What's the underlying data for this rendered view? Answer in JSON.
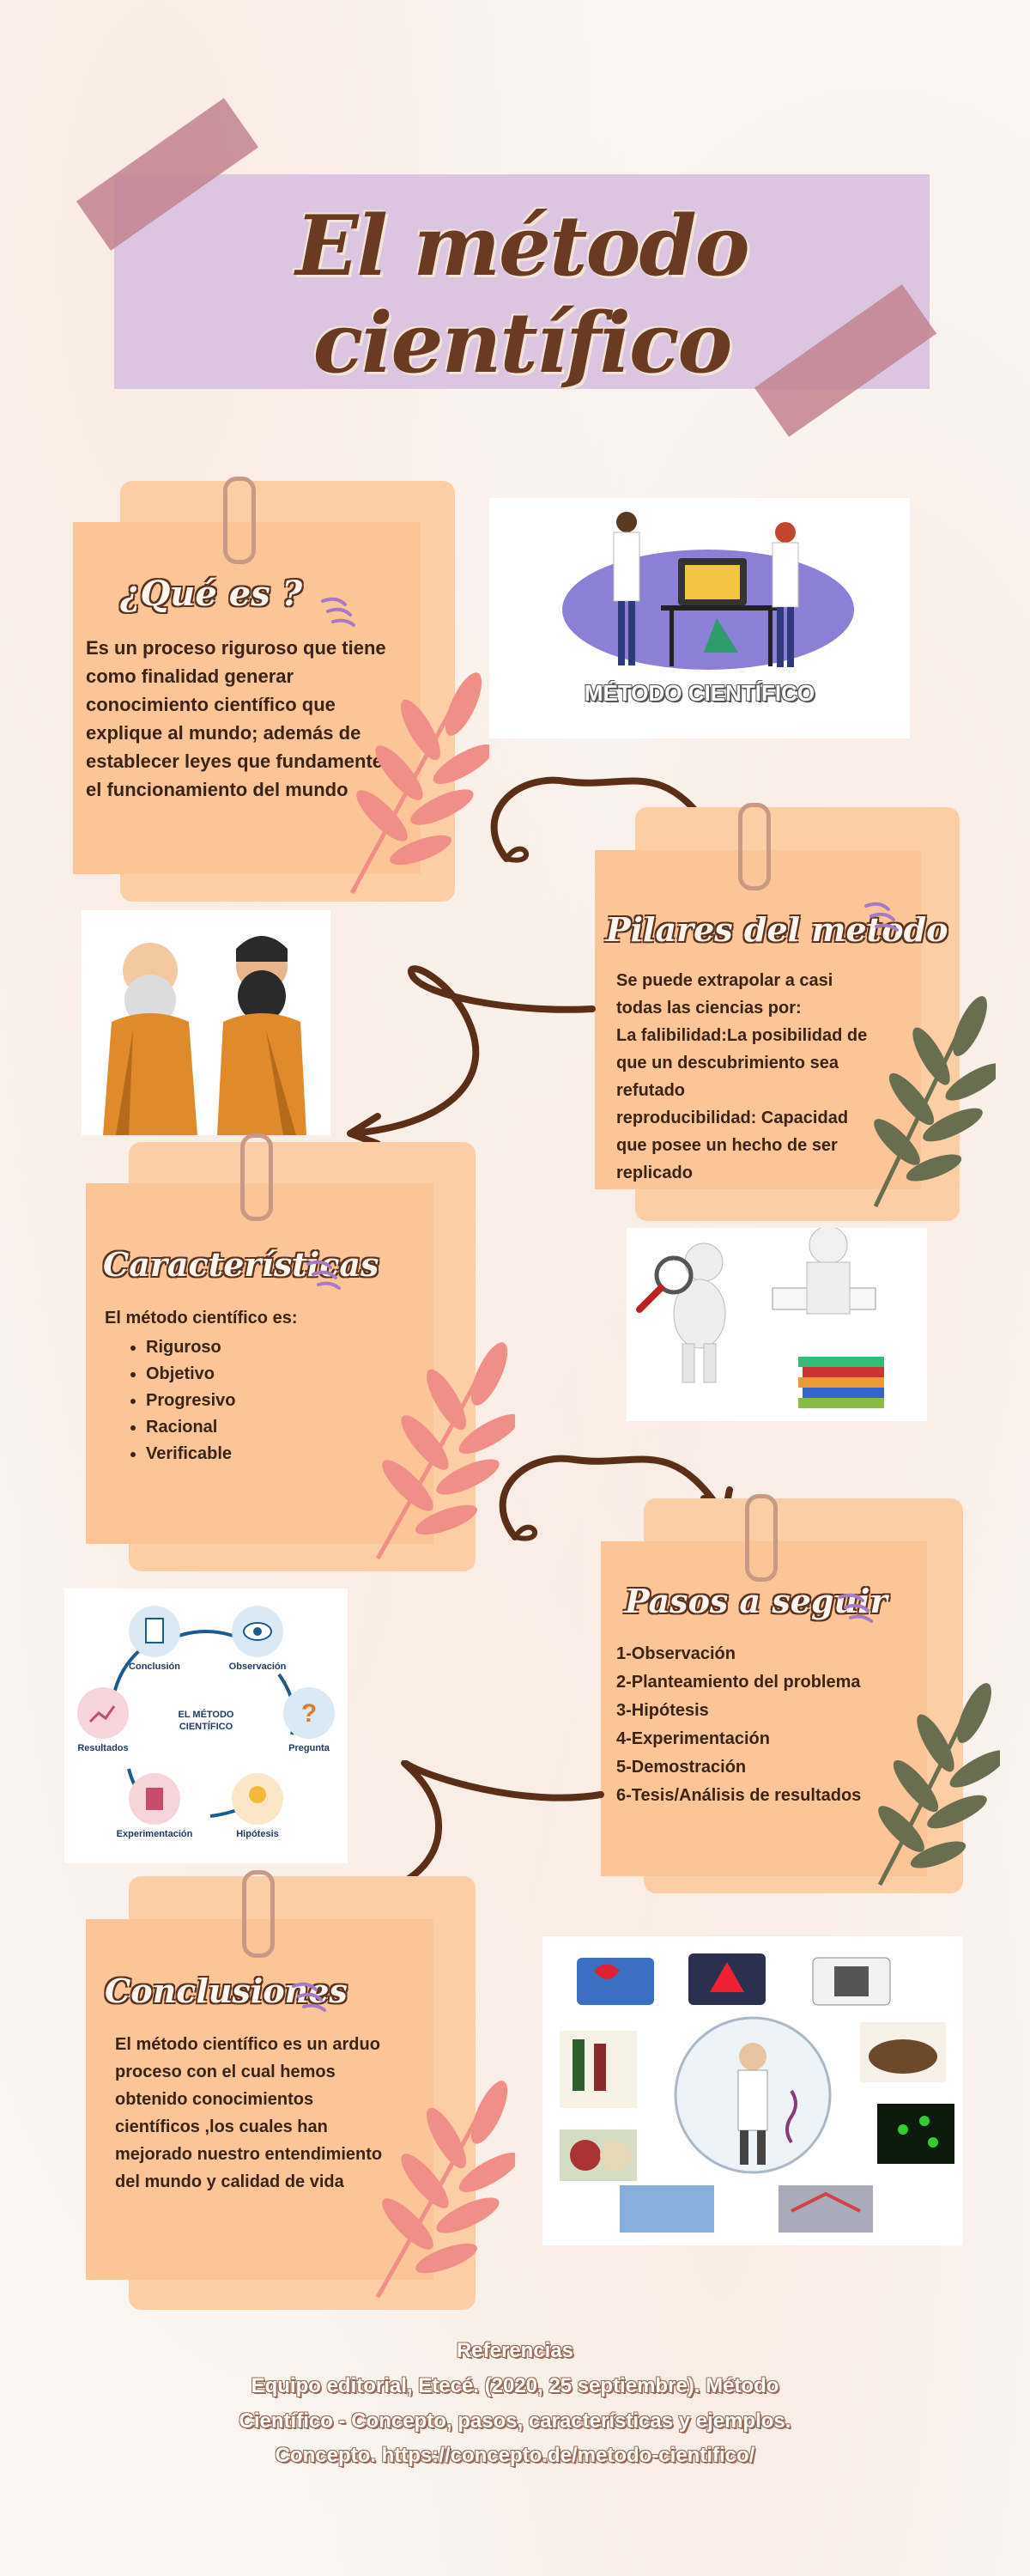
{
  "title": "El método científico",
  "sections": {
    "que_es": {
      "title": "¿Qué es ?",
      "body": "Es un proceso riguroso que tiene como finalidad generar conocimiento científico que explique al mundo; además de establecer leyes que fundamenten el funcionamiento del mundo"
    },
    "pilares": {
      "title": "Pilares del metodo",
      "lines": [
        "Se puede extrapolar a casi",
        "todas las ciencias por:",
        "La falibilidad:La posibilidad de",
        "que un descubrimiento sea",
        "refutado",
        "reproducibilidad: Capacidad",
        "que posee un hecho de ser",
        "replicado"
      ]
    },
    "caracteristicas": {
      "title": "Características",
      "intro": "El método científico es:",
      "items": [
        "Riguroso",
        "Objetivo",
        "Progresivo",
        "Racional",
        "Verificable"
      ]
    },
    "pasos": {
      "title": "Pasos a seguir",
      "items": [
        "1-Observación",
        "2-Planteamiento del problema",
        "3-Hipótesis",
        "4-Experimentación",
        "5-Demostración",
        "6-Tesis/Análisis de resultados"
      ]
    },
    "conclusiones": {
      "title": "Conclusiones",
      "body": "El método científico es un arduo proceso con el cual hemos obtenido conocimientos científicos ,los cuales han mejorado nuestro entendimiento del mundo y calidad de vida"
    }
  },
  "images": {
    "metodo_label": "MÉTODO CIENTÍFICO",
    "cycle": {
      "center": "EL MÉTODO CIENTÍFICO",
      "steps": [
        "Conclusión",
        "Observación",
        "Pregunta",
        "Hipótesis",
        "Experimentación",
        "Resultados"
      ]
    }
  },
  "references": {
    "heading": "Referencias",
    "lines": [
      "Equipo editorial, Etecé. (2020, 25 septiembre). Método",
      "Científico - Concepto, pasos, características y ejemplos.",
      "Concepto. https://concepto.de/metodo-cientifico/"
    ]
  },
  "colors": {
    "card": "#fcc598",
    "title_banner": "#dcc5e0",
    "tape": "#c2848f",
    "arrow": "#5b2e18",
    "leaf_pink": "#f08f88",
    "leaf_green": "#6a6e50"
  }
}
